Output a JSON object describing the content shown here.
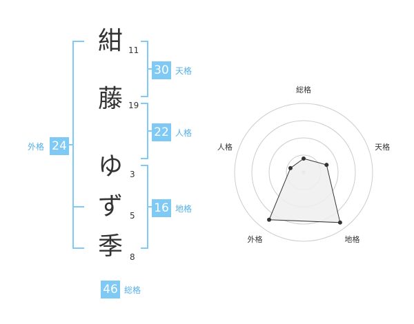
{
  "characters": [
    {
      "char": "紺",
      "strokes": "11"
    },
    {
      "char": "藤",
      "strokes": "19"
    },
    {
      "char": "ゆ",
      "strokes": "3"
    },
    {
      "char": "ず",
      "strokes": "5"
    },
    {
      "char": "季",
      "strokes": "8"
    }
  ],
  "fortunes": {
    "tenkaku": {
      "value": "30",
      "label": "天格"
    },
    "jinkaku": {
      "value": "22",
      "label": "人格"
    },
    "chikaku": {
      "value": "16",
      "label": "地格"
    },
    "gaikaku": {
      "value": "24",
      "label": "外格"
    },
    "soukaku": {
      "value": "46",
      "label": "総格"
    }
  },
  "colors": {
    "accent": "#7fc9f5",
    "label": "#56b0e6",
    "bracket": "#7fc9f5",
    "text": "#333333"
  },
  "chart_data": {
    "type": "radar",
    "axes": [
      "総格",
      "天格",
      "地格",
      "外格",
      "人格"
    ],
    "values": [
      0.2,
      0.35,
      0.9,
      0.85,
      0.2
    ],
    "range": [
      0,
      1
    ],
    "rings": 4
  }
}
